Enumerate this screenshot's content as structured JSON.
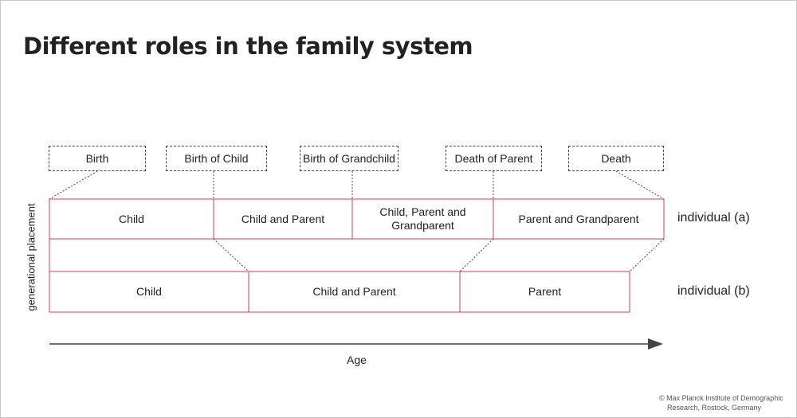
{
  "title": "Different roles in the family system",
  "events": [
    "Birth",
    "Birth of Child",
    "Birth of Grandchild",
    "Death of Parent",
    "Death"
  ],
  "row_a": {
    "label": "individual (a)",
    "roles": [
      "Child",
      "Child and Parent",
      "Child, Parent and Grandparent",
      "Parent and Grandparent"
    ]
  },
  "row_b": {
    "label": "individual (b)",
    "roles": [
      "Child",
      "Child and Parent",
      "Parent"
    ]
  },
  "y_axis_label": "generational placement",
  "x_axis_label": "Age",
  "credit": {
    "line1": "© Max Planck Institute of Demographic",
    "line2": "Research, Rostock, Germany"
  },
  "colors": {
    "boxes": "#d83b57",
    "connectors": "#444444",
    "axis": "#444444",
    "text": "#222222"
  }
}
